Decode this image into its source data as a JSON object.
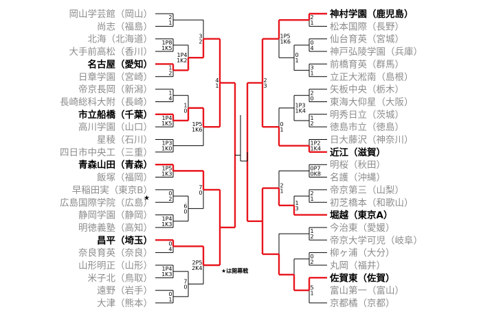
{
  "colors": {
    "win_line": "#e8141c",
    "line": "#000000",
    "winner_text": "#000000",
    "loser_text": "#8c8c8c"
  },
  "note": "★は開幕戦",
  "star": "★",
  "left_teams": [
    {
      "name": "岡山学芸館（岡山）",
      "win": false
    },
    {
      "name": "尚志（福島）",
      "win": false
    },
    {
      "name": "北海（北海道）",
      "win": false
    },
    {
      "name": "大手前高松（香川）",
      "win": false
    },
    {
      "name": "名古屋（愛知）",
      "win": true
    },
    {
      "name": "日章学園（宮崎）",
      "win": false
    },
    {
      "name": "帝京長岡（新潟）",
      "win": false
    },
    {
      "name": "長崎総科大附（長崎）",
      "win": false
    },
    {
      "name": "市立船橋（千葉）",
      "win": true
    },
    {
      "name": "高川学園（山口）",
      "win": false
    },
    {
      "name": "星稜（石川）",
      "win": false
    },
    {
      "name": "四日市中央工（三重）",
      "win": false
    },
    {
      "name": "青森山田（青森）",
      "win": true
    },
    {
      "name": "飯塚（福岡）",
      "win": false
    },
    {
      "name": "早稲田実（東京B）",
      "win": false
    },
    {
      "name": "広島国際学院（広島）",
      "win": false
    },
    {
      "name": "静岡学園（静岡）",
      "win": false
    },
    {
      "name": "明徳義塾（高知）",
      "win": false
    },
    {
      "name": "昌平（埼玉）",
      "win": true
    },
    {
      "name": "奈良育英（奈良）",
      "win": false
    },
    {
      "name": "山形明正（山形）",
      "win": false
    },
    {
      "name": "米子北（鳥取）",
      "win": false
    },
    {
      "name": "遠野（岩手）",
      "win": false
    },
    {
      "name": "大津（熊本）",
      "win": false
    }
  ],
  "right_teams": [
    {
      "name": "神村学園（鹿児島）",
      "win": true
    },
    {
      "name": "松本国際（長野）",
      "win": false
    },
    {
      "name": "仙台育英（宮城）",
      "win": false
    },
    {
      "name": "神戸弘陵学園（兵庫）",
      "win": false
    },
    {
      "name": "前橋育英（群馬）",
      "win": false
    },
    {
      "name": "立正大淞南（島根）",
      "win": false
    },
    {
      "name": "矢板中央（栃木）",
      "win": false
    },
    {
      "name": "東海大仰星（大阪）",
      "win": false
    },
    {
      "name": "明秀日立（茨城）",
      "win": false
    },
    {
      "name": "徳島市立（徳島）",
      "win": false
    },
    {
      "name": "日大藤沢（神奈川）",
      "win": false
    },
    {
      "name": "近江（滋賀）",
      "win": true
    },
    {
      "name": "明桜（秋田）",
      "win": false
    },
    {
      "name": "名護（沖縄）",
      "win": false
    },
    {
      "name": "帝京第三（山梨）",
      "win": false
    },
    {
      "name": "初芝橋本（和歌山）",
      "win": false
    },
    {
      "name": "堀越（東京A）",
      "win": true
    },
    {
      "name": "今治東（愛媛）",
      "win": false
    },
    {
      "name": "帝京大学可児（岐阜）",
      "win": false
    },
    {
      "name": "柳ヶ浦（大分）",
      "win": false
    },
    {
      "name": "丸岡（福井）",
      "win": false
    },
    {
      "name": "佐賀東（佐賀）",
      "win": true
    },
    {
      "name": "富山第一（富山）",
      "win": false
    },
    {
      "name": "京都橘（京都）",
      "win": false
    }
  ],
  "left_scores": [
    [
      "2",
      "1"
    ],
    [
      "1P8",
      "1K5"
    ],
    [
      "1",
      "2"
    ],
    [
      "1P4",
      "1K2"
    ],
    [
      "3",
      "2"
    ],
    [
      "1",
      "4"
    ],
    [
      "1P4",
      "1K5"
    ],
    [
      "1",
      "0"
    ],
    [
      "1P3",
      "1K0"
    ],
    [
      "1P5",
      "1K6"
    ],
    [
      "4",
      "1"
    ],
    [
      "1P5",
      "1K3"
    ],
    [
      "0",
      "2"
    ],
    [
      "1P4",
      "1K3"
    ],
    [
      "6",
      "0"
    ],
    [
      "7",
      "0"
    ],
    [
      "0",
      "4"
    ],
    [
      "1P4",
      "1K3"
    ],
    [
      "0",
      "1"
    ],
    [
      "7",
      "0"
    ],
    [
      "2P5",
      "2K4"
    ]
  ],
  "right_scores": [
    [
      "2",
      "1"
    ],
    [
      "0",
      "4"
    ],
    [
      "3",
      "1"
    ],
    [
      "0",
      "1"
    ],
    [
      "1P5",
      "1K6"
    ],
    [
      "2",
      "0"
    ],
    [
      "1",
      "2"
    ],
    [
      "1P3",
      "1K4"
    ],
    [
      "1P2",
      "1K4"
    ],
    [
      "0",
      "1"
    ],
    [
      "2",
      "3"
    ],
    [
      "0P7",
      "0K8"
    ],
    [
      "2",
      "1"
    ],
    [
      "1",
      "3"
    ],
    [
      "2",
      "1"
    ],
    [
      "1",
      "2"
    ],
    [
      "0",
      "2"
    ],
    [
      "5",
      "1"
    ]
  ]
}
